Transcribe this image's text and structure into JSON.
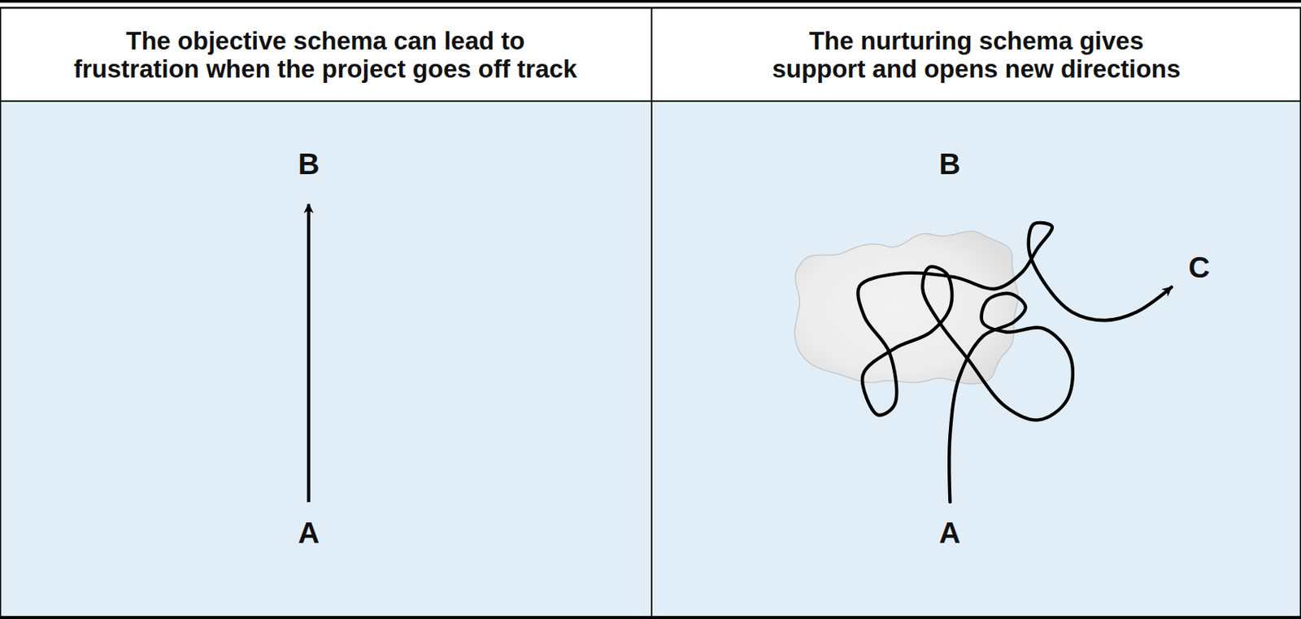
{
  "diagram": {
    "labels": [
      "The objective schema can lead to frustration when the project goes off track",
      "The nurturing schema gives support and opens new directions",
      "B",
      "A",
      "B",
      "C",
      "A"
    ]
  }
}
